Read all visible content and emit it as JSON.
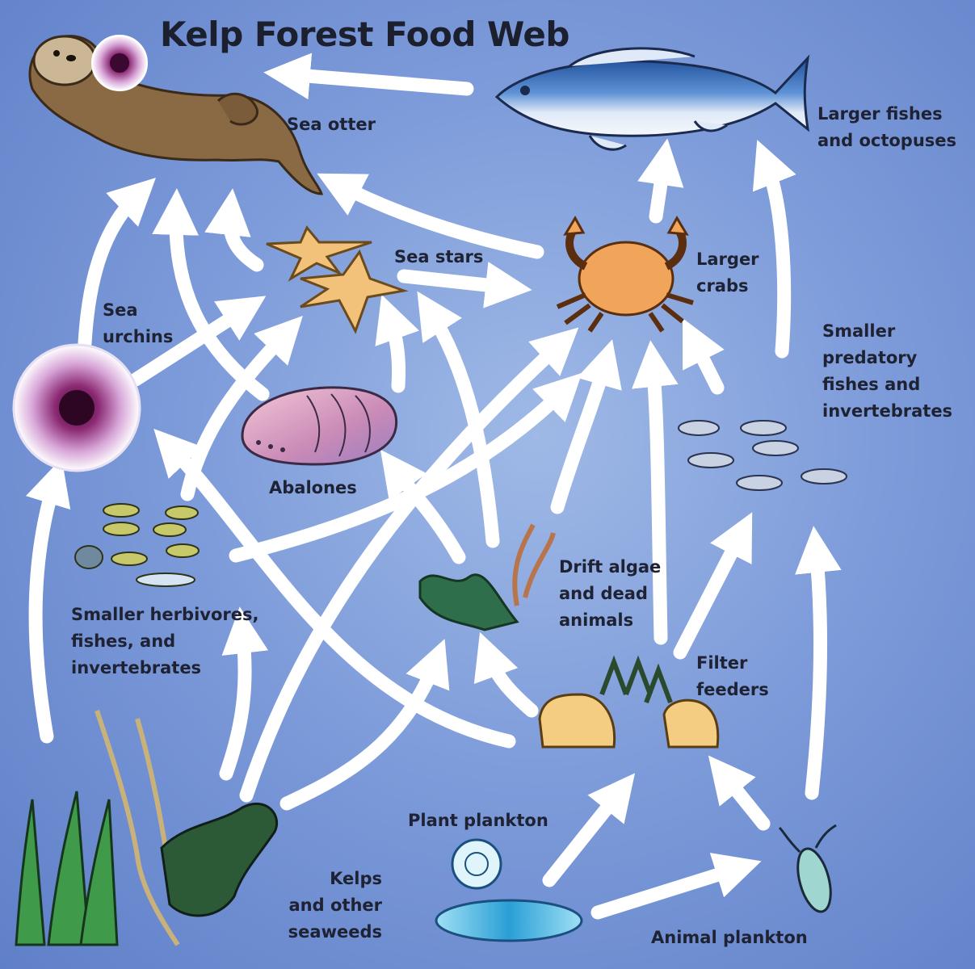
{
  "title": "Kelp Forest Food Web",
  "labels": {
    "sea_otter": "Sea otter",
    "larger_fishes": "Larger fishes\nand octopuses",
    "sea_stars": "Sea stars",
    "larger_crabs": "Larger\ncrabs",
    "sea_urchins": "Sea\nurchins",
    "smaller_predatory": "Smaller\npredatory\nfishes and\ninvertebrates",
    "abalones": "Abalones",
    "drift_algae": "Drift algae\nand dead\nanimals",
    "smaller_herbivores": "Smaller herbivores,\nfishes, and\ninvertebrates",
    "filter_feeders": "Filter\nfeeders",
    "plant_plankton": "Plant plankton",
    "kelps": "Kelps\nand other\nseaweeds",
    "animal_plankton": "Animal plankton"
  },
  "colors": {
    "water": "#7e9cda",
    "arrow": "#ffffff",
    "text": "#1e2233"
  }
}
